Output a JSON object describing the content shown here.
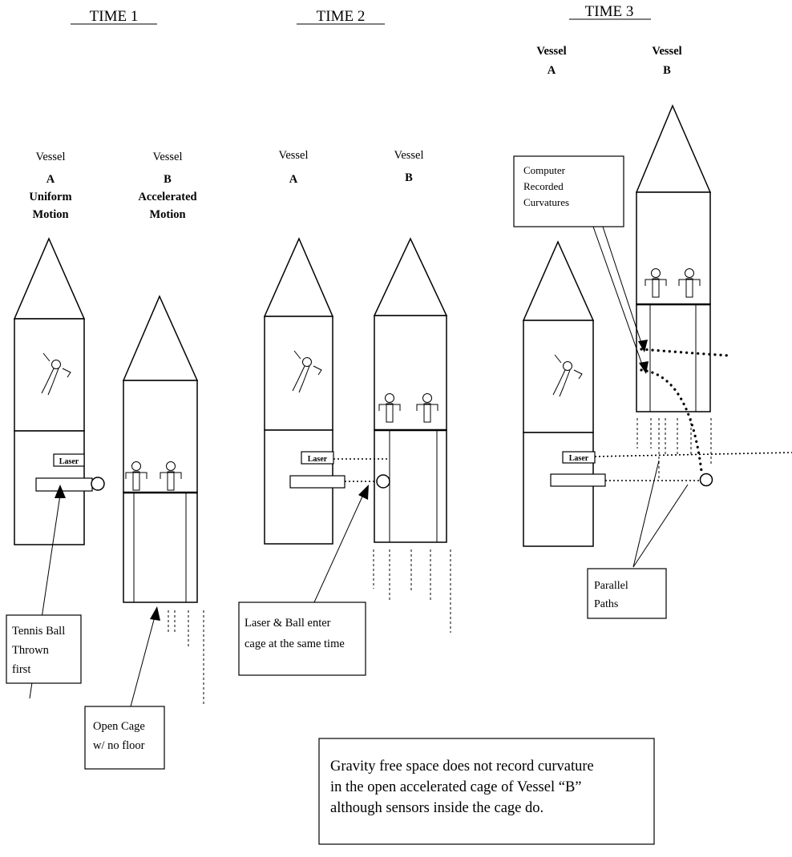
{
  "times": [
    "TIME 1",
    "TIME 2",
    "TIME 3"
  ],
  "t1": {
    "vessel_a": [
      "Vessel",
      "A",
      "Uniform",
      "Motion"
    ],
    "vessel_b": [
      "Vessel",
      "B",
      "Accelerated",
      "Motion"
    ]
  },
  "t2": {
    "vessel_a": [
      "Vessel",
      "A"
    ],
    "vessel_b": [
      "Vessel",
      "B"
    ]
  },
  "t3": {
    "vessel_a": [
      "Vessel",
      "A"
    ],
    "vessel_b": [
      "Vessel",
      "B"
    ]
  },
  "laser_label": "Laser",
  "callouts": {
    "tennis_ball": [
      "Tennis Ball",
      "Thrown",
      "first"
    ],
    "open_cage": [
      "Open Cage",
      "w/ no floor"
    ],
    "laser_ball": [
      "Laser & Ball enter",
      "cage at the same time"
    ],
    "computer": [
      "Computer",
      "Recorded",
      "Curvatures"
    ],
    "parallel": [
      "Parallel",
      "Paths"
    ]
  },
  "note": [
    "Gravity free space does not record curvature",
    "in the open accelerated cage of Vessel “B”",
    "although sensors inside the cage do."
  ]
}
